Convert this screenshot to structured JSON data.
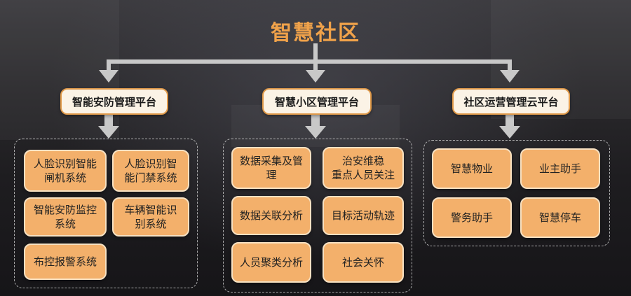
{
  "title": "智慧社区",
  "platforms": [
    {
      "label": "智能安防管理平台",
      "items": [
        "人脸识别智能\n闸机系统",
        "人脸识别智\n能门禁系统",
        "智能安防监控\n系统",
        "车辆智能识\n别系统",
        "布控报警系统"
      ]
    },
    {
      "label": "智慧小区管理平台",
      "items": [
        "数据采集及管\n理",
        "治安维稳\n重点人员关注",
        "数据关联分析",
        "目标活动轨迹",
        "人员聚类分析",
        "社会关怀"
      ]
    },
    {
      "label": "社区运营管理云平台",
      "items": [
        "智慧物业",
        "业主助手",
        "警务助手",
        "智慧停车"
      ]
    }
  ],
  "colors": {
    "title": "#f0a24a",
    "item_fill": "#f3b06b",
    "platform_fill": "#fbf3e6",
    "connector": "#c8c8c8"
  }
}
